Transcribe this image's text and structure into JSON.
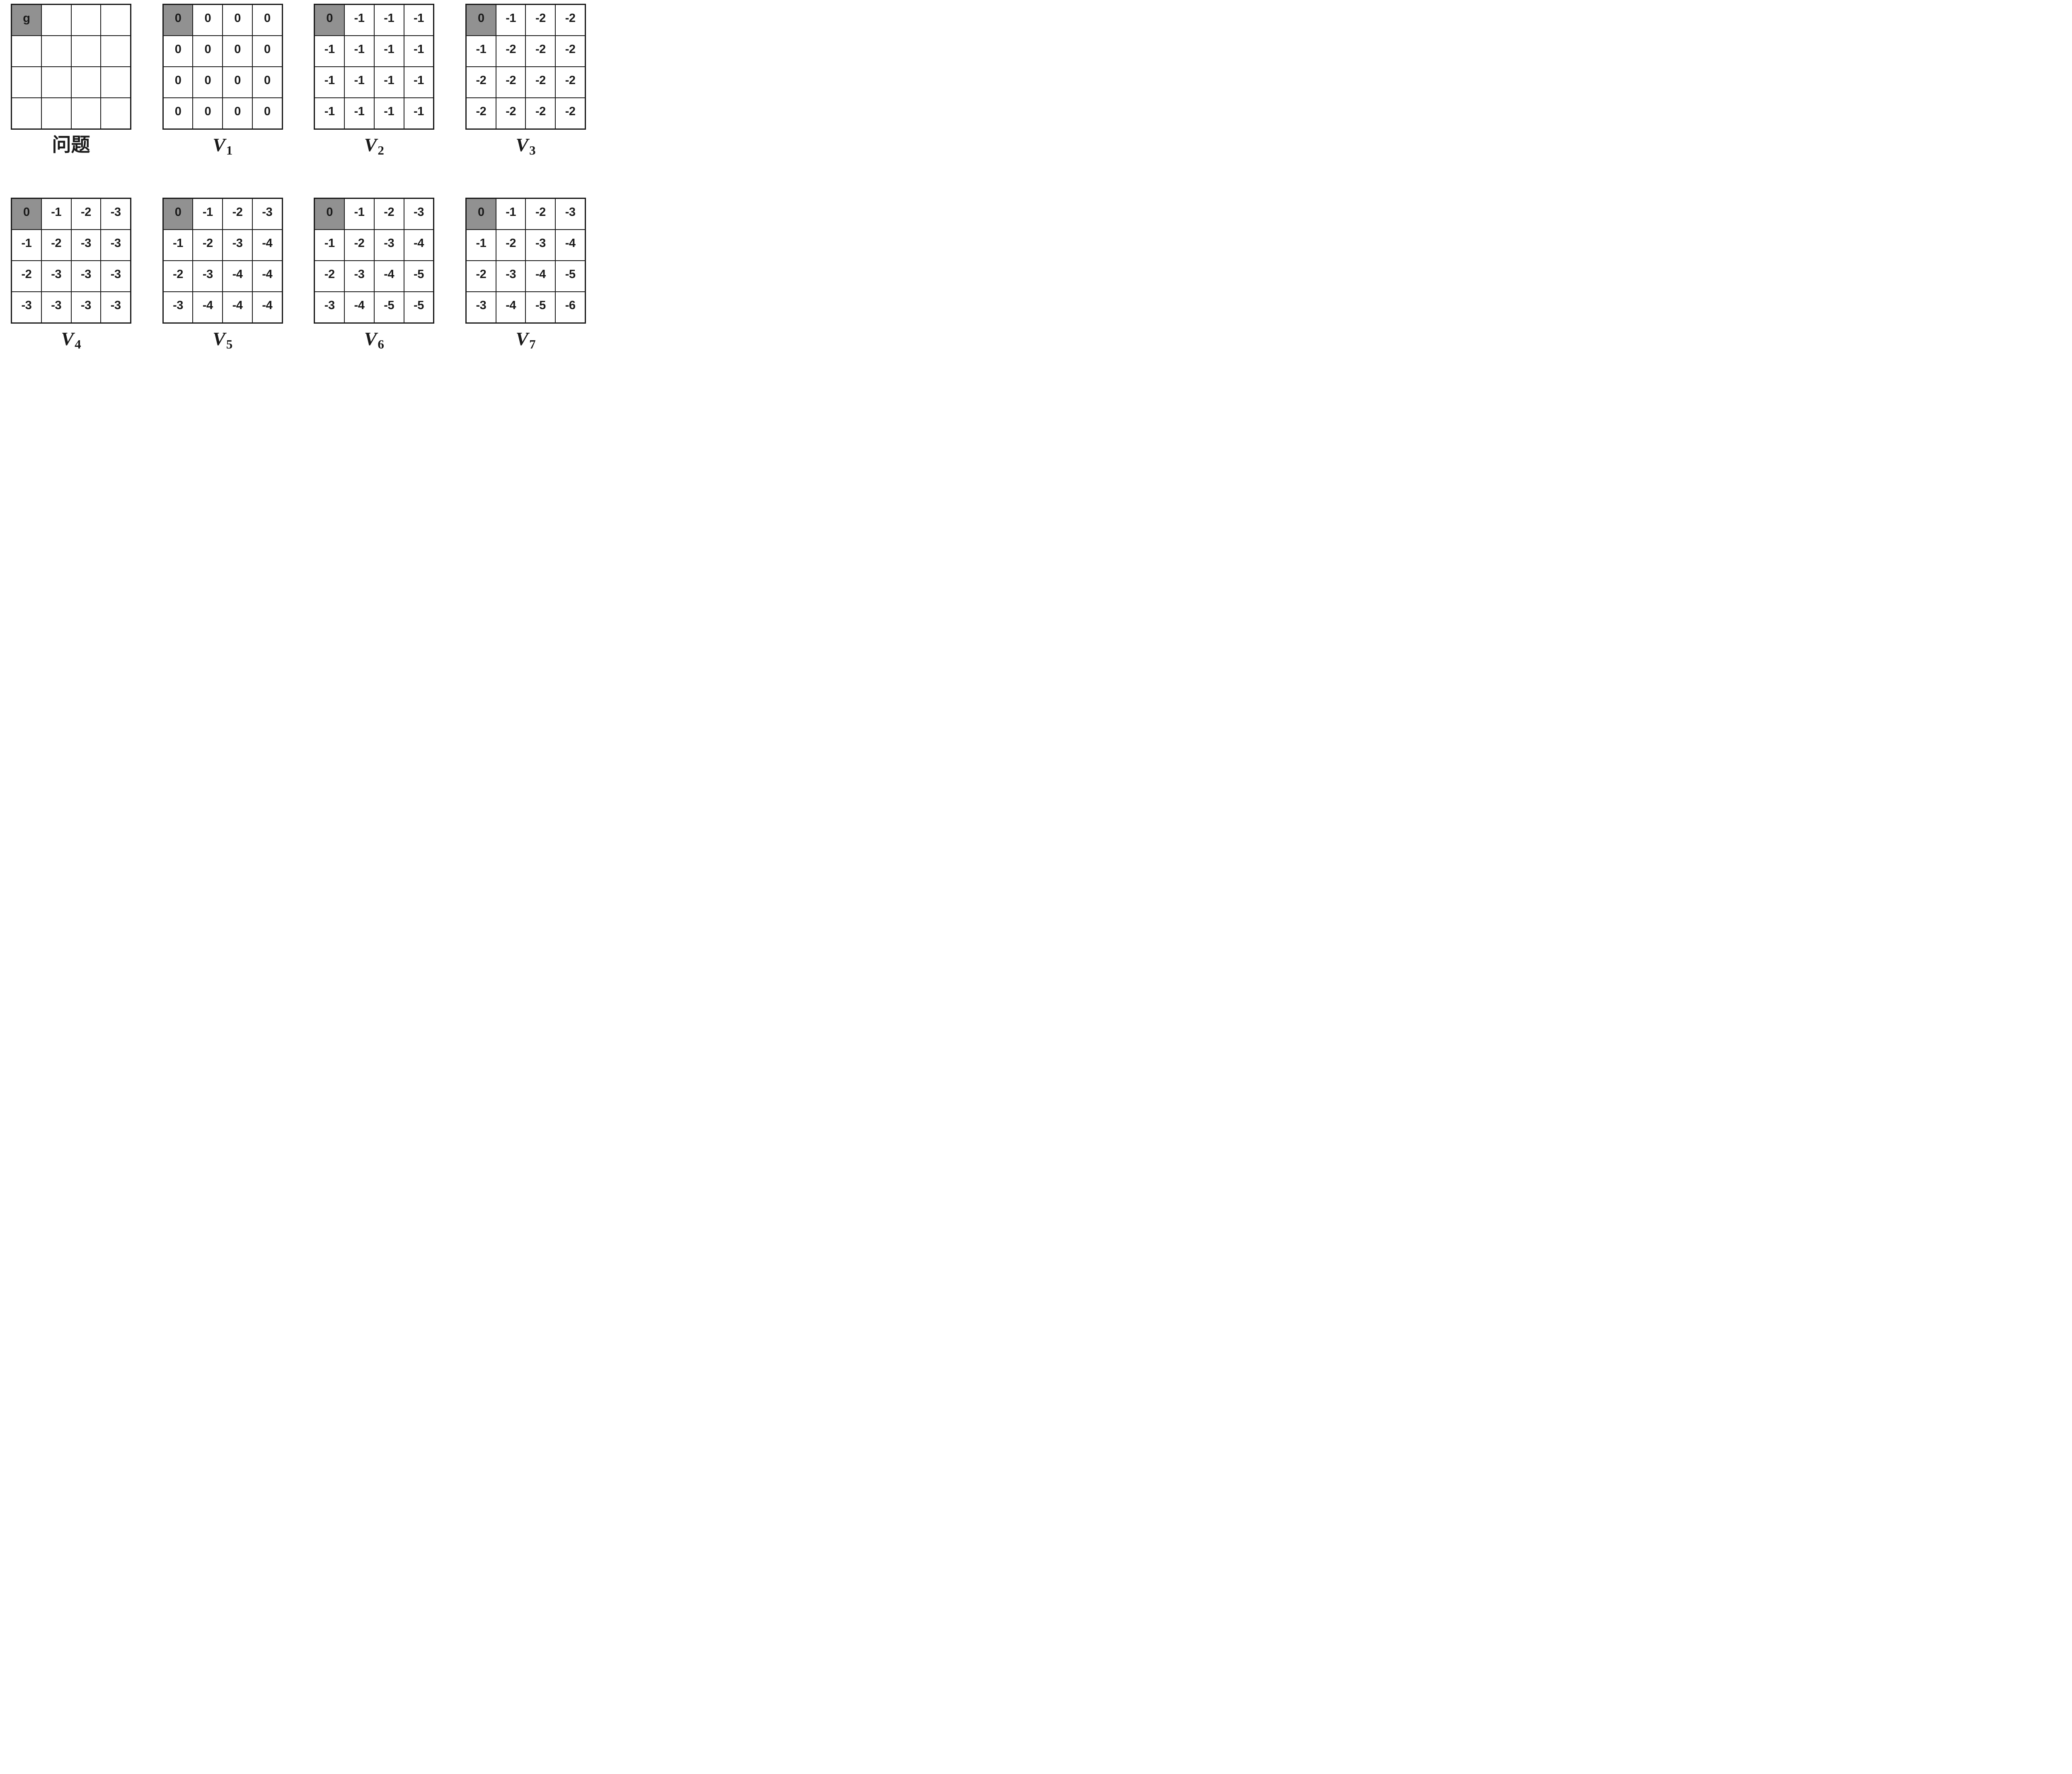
{
  "colors": {
    "goal_cell_fill": "#919191",
    "grid_line": "#1a1a1a",
    "background": "#ffffff",
    "text": "#1a1a1a"
  },
  "panels": [
    {
      "name": "problem",
      "label": "问题",
      "goal_cell": [
        0,
        0
      ],
      "cells": [
        [
          "g",
          "",
          "",
          ""
        ],
        [
          "",
          "",
          "",
          ""
        ],
        [
          "",
          "",
          "",
          ""
        ],
        [
          "",
          "",
          "",
          ""
        ]
      ]
    },
    {
      "name": "V1",
      "label_main": "V",
      "label_sub": "1",
      "goal_cell": [
        0,
        0
      ],
      "cells": [
        [
          "0",
          "0",
          "0",
          "0"
        ],
        [
          "0",
          "0",
          "0",
          "0"
        ],
        [
          "0",
          "0",
          "0",
          "0"
        ],
        [
          "0",
          "0",
          "0",
          "0"
        ]
      ]
    },
    {
      "name": "V2",
      "label_main": "V",
      "label_sub": "2",
      "goal_cell": [
        0,
        0
      ],
      "cells": [
        [
          "0",
          "-1",
          "-1",
          "-1"
        ],
        [
          "-1",
          "-1",
          "-1",
          "-1"
        ],
        [
          "-1",
          "-1",
          "-1",
          "-1"
        ],
        [
          "-1",
          "-1",
          "-1",
          "-1"
        ]
      ]
    },
    {
      "name": "V3",
      "label_main": "V",
      "label_sub": "3",
      "goal_cell": [
        0,
        0
      ],
      "cells": [
        [
          "0",
          "-1",
          "-2",
          "-2"
        ],
        [
          "-1",
          "-2",
          "-2",
          "-2"
        ],
        [
          "-2",
          "-2",
          "-2",
          "-2"
        ],
        [
          "-2",
          "-2",
          "-2",
          "-2"
        ]
      ]
    },
    {
      "name": "V4",
      "label_main": "V",
      "label_sub": "4",
      "goal_cell": [
        0,
        0
      ],
      "cells": [
        [
          "0",
          "-1",
          "-2",
          "-3"
        ],
        [
          "-1",
          "-2",
          "-3",
          "-3"
        ],
        [
          "-2",
          "-3",
          "-3",
          "-3"
        ],
        [
          "-3",
          "-3",
          "-3",
          "-3"
        ]
      ]
    },
    {
      "name": "V5",
      "label_main": "V",
      "label_sub": "5",
      "goal_cell": [
        0,
        0
      ],
      "cells": [
        [
          "0",
          "-1",
          "-2",
          "-3"
        ],
        [
          "-1",
          "-2",
          "-3",
          "-4"
        ],
        [
          "-2",
          "-3",
          "-4",
          "-4"
        ],
        [
          "-3",
          "-4",
          "-4",
          "-4"
        ]
      ]
    },
    {
      "name": "V6",
      "label_main": "V",
      "label_sub": "6",
      "goal_cell": [
        0,
        0
      ],
      "cells": [
        [
          "0",
          "-1",
          "-2",
          "-3"
        ],
        [
          "-1",
          "-2",
          "-3",
          "-4"
        ],
        [
          "-2",
          "-3",
          "-4",
          "-5"
        ],
        [
          "-3",
          "-4",
          "-5",
          "-5"
        ]
      ]
    },
    {
      "name": "V7",
      "label_main": "V",
      "label_sub": "7",
      "goal_cell": [
        0,
        0
      ],
      "cells": [
        [
          "0",
          "-1",
          "-2",
          "-3"
        ],
        [
          "-1",
          "-2",
          "-3",
          "-4"
        ],
        [
          "-2",
          "-3",
          "-4",
          "-5"
        ],
        [
          "-3",
          "-4",
          "-5",
          "-6"
        ]
      ]
    }
  ]
}
